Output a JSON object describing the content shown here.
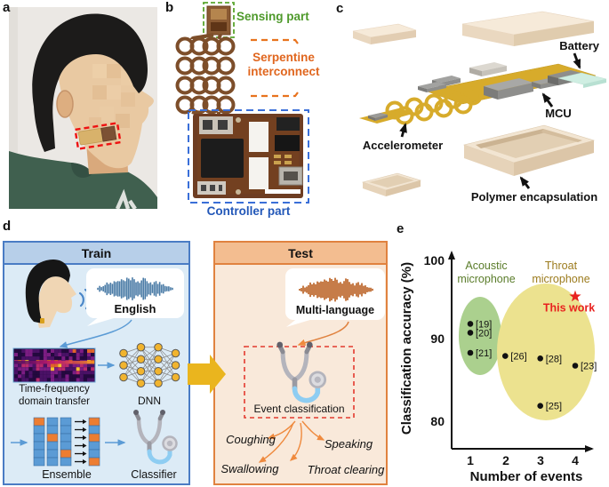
{
  "figure": {
    "panel_labels": {
      "a": "a",
      "b": "b",
      "c": "c",
      "d": "d",
      "e": "e"
    },
    "panel_b": {
      "sensing_label": "Sensing part",
      "serpentine_label": "Serpentine interconnect",
      "controller_label": "Controller part"
    },
    "panel_c": {
      "battery_label": "Battery",
      "mcu_label": "MCU",
      "accelerometer_label": "Accelerometer",
      "encapsulation_label": "Polymer encapsulation"
    },
    "panel_d": {
      "train_title": "Train",
      "train_bubble_label": "English",
      "spectrogram_caption": "Time-frequency domain transfer",
      "dnn_label": "DNN",
      "ensemble_label": "Ensemble",
      "classifier_label": "Classifier",
      "test_title": "Test",
      "test_bubble_label": "Multi-language",
      "event_box_label": "Event classification",
      "event_labels": [
        "Coughing",
        "Speaking",
        "Swallowing",
        "Throat clearing"
      ]
    },
    "colors": {
      "train_accent": "#4a7cc4",
      "test_accent": "#e0823f",
      "transfer_arrow": "#eab51e",
      "event_dashed_box": "#e33a2e"
    }
  },
  "chart_data": {
    "type": "scatter",
    "title": "",
    "xlabel": "Number of events",
    "ylabel": "Classification accuracy (%)",
    "xlim": [
      0.5,
      4.6
    ],
    "ylim": [
      77,
      101
    ],
    "xticks": [
      1,
      2,
      3,
      4
    ],
    "yticks": [
      80,
      90,
      100
    ],
    "grid": false,
    "groups": [
      {
        "name": "Acoustic microphone",
        "color": "#abd08e",
        "label_color": "#5a7c2a",
        "points": [
          {
            "label": "[19]",
            "x": 1,
            "y": 92.0
          },
          {
            "label": "[20]",
            "x": 1,
            "y": 90.9
          },
          {
            "label": "[21]",
            "x": 1,
            "y": 88.4
          }
        ]
      },
      {
        "name": "Throat microphone",
        "color": "#ece28f",
        "label_color": "#9c7b1d",
        "points": [
          {
            "label": "[26]",
            "x": 2,
            "y": 88.0
          },
          {
            "label": "[28]",
            "x": 3,
            "y": 87.7
          },
          {
            "label": "[23]",
            "x": 4,
            "y": 86.8
          },
          {
            "label": "[25]",
            "x": 3,
            "y": 81.8
          }
        ]
      }
    ],
    "highlight": {
      "label": "This work",
      "x": 4,
      "y": 95.4,
      "marker": "star",
      "color": "#e8221f"
    }
  }
}
